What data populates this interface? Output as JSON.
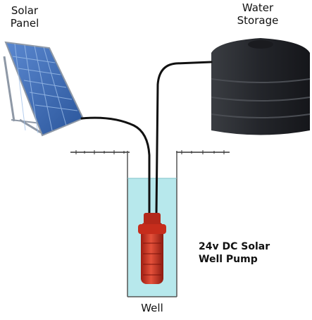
{
  "labels": {
    "solar_panel_line1": "Solar",
    "solar_panel_line2": "Panel",
    "water_storage_line1": "Water",
    "water_storage_line2": "Storage",
    "pump_line1": "24v DC Solar",
    "pump_line2": "Well Pump",
    "well": "Well"
  },
  "colors": {
    "panel_cell": "#3f6fb8",
    "panel_frame": "#8e98a6",
    "tank": "#2b2d31",
    "water": "#b7e8ec",
    "pump": "#d23a26",
    "pipe": "#111111",
    "ground": "#333333"
  },
  "icons": [
    "solar-panel-icon",
    "water-tank-icon",
    "well-pump-icon"
  ]
}
